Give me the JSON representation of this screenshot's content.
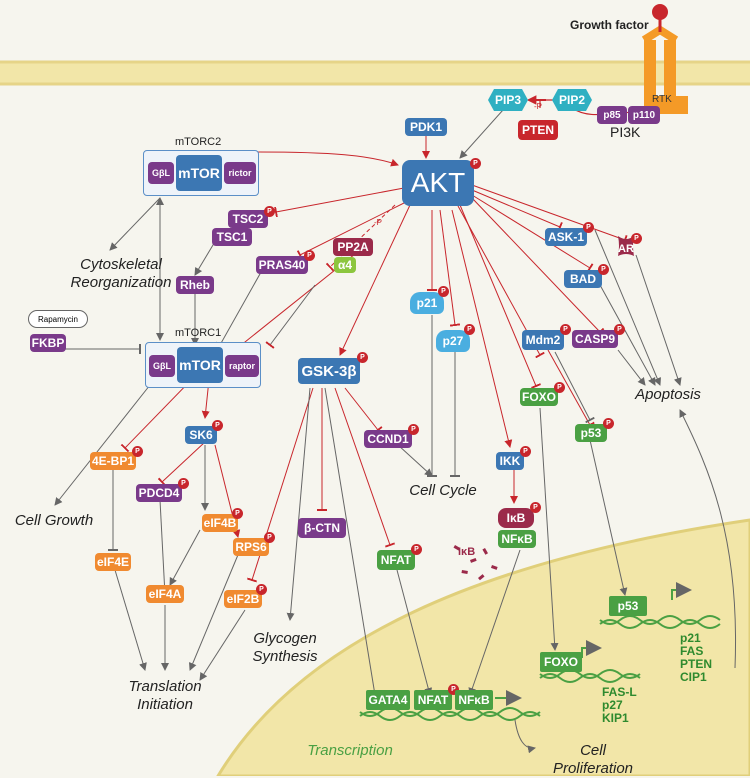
{
  "title": "",
  "membrane": {
    "growth_factor": "Growth factor",
    "rtk": "RTK",
    "pi3k": "PI3K",
    "p85": "p85",
    "p110": "p110"
  },
  "lipids": {
    "pip3": "PIP3",
    "pip2": "PIP2",
    "pten": "PTEN",
    "p_sign": "-P"
  },
  "nodes": {
    "pdk1": "PDK1",
    "akt": "AKT",
    "mtorc2_title": "mTORC2",
    "mtorc1_title": "mTORC1",
    "gbl": "GβL",
    "mtor": "mTOR",
    "rictor": "rictor",
    "raptor": "raptor",
    "tsc2": "TSC2",
    "tsc1": "TSC1",
    "rheb": "Rheb",
    "pras40": "PRAS40",
    "pp2a": "PP2A",
    "a4": "α4",
    "rapamycin": "Rapamycin",
    "fkbp": "FKBP",
    "gsk3b": "GSK-3β",
    "sk6": "SK6",
    "ebp1": "4E-BP1",
    "pdcd4": "PDCD4",
    "eif4b": "eIF4B",
    "rps6": "RPS6",
    "eif4e": "eIF4E",
    "eif4a": "eIF4A",
    "eif2b": "eIF2B",
    "bctn": "β-CTN",
    "nfat": "NFAT",
    "ccnd1": "CCND1",
    "p21": "p21",
    "p27": "p27",
    "ikk": "IKK",
    "ikb": "IκB",
    "nfkb": "NFκB",
    "mdm2": "Mdm2",
    "foxo": "FOXO",
    "p53": "p53",
    "ask1": "ASK-1",
    "bad": "BAD",
    "casp9": "CASP9",
    "ar": "AR",
    "p_tag": "P"
  },
  "outcomes": {
    "cytoskeletal": "Cytoskeletal Reorganization",
    "cell_growth": "Cell Growth",
    "translation": "Translation Initiation",
    "glycogen": "Glycogen Synthesis",
    "cell_cycle": "Cell Cycle",
    "apoptosis": "Apoptosis",
    "transcription": "Transcription",
    "proliferation": "Cell Proliferation"
  },
  "nucleus": {
    "p53": "p53",
    "foxo": "FOXO",
    "gata4": "GATA4",
    "nfat": "NFAT",
    "nfkb": "NFκB",
    "p53_targets": [
      "p21",
      "FAS",
      "PTEN",
      "CIP1"
    ],
    "foxo_targets": [
      "FAS-L",
      "p27",
      "KIP1"
    ]
  },
  "colors": {
    "akt": "#3c77b3",
    "inhibit": "#c8262c",
    "activate": "#555555",
    "membrane": "#f2e6a8"
  }
}
